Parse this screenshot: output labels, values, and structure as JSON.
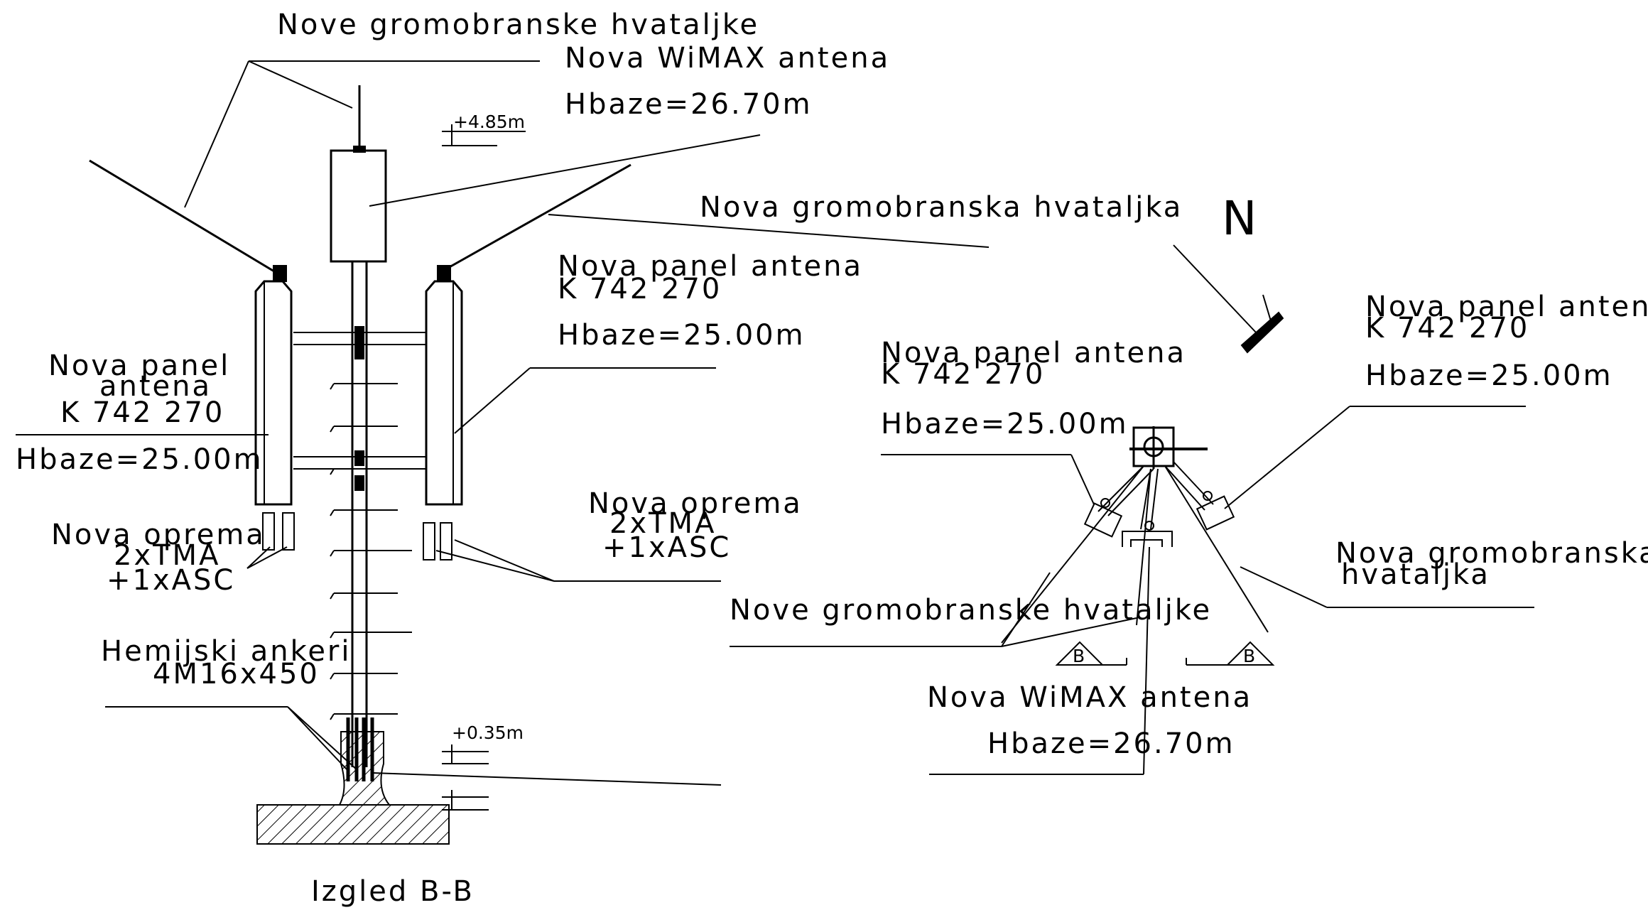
{
  "labels": {
    "top_lightning_rods": "Nove gromobranske hvataljke",
    "wimax_antenna": "Nova WiMAX antena",
    "wimax_height": "Hbaze=26.70m",
    "level_top": "+4.85m",
    "level_bottom": "+0.35m",
    "lightning_rod_single": "Nova gromobranska hvataljka",
    "panel_right_name": "Nova panel antena",
    "panel_right_code": "K 742 270",
    "panel_right_height": "Hbaze=25.00m",
    "panel_left_line1": "Nova panel",
    "panel_left_line2": "antena",
    "panel_left_code": "K 742 270",
    "panel_left_height": "Hbaze=25.00m",
    "equip_left_1": "Nova oprema",
    "equip_left_2": "2xTMA",
    "equip_left_3": "+1xASC",
    "equip_right_1": "Nova oprema",
    "equip_right_2": "2xTMA",
    "equip_right_3": "+1xASC",
    "anchors_1": "Hemijski ankeri",
    "anchors_2": "4M16x450",
    "view_title": "Izgled B-B",
    "north": "N",
    "plan_panel_a_name": "Nova panel antena",
    "plan_panel_a_code": "K 742 270",
    "plan_panel_a_height": "Hbaze=25.00m",
    "plan_panel_b_name": "Nova panel antena",
    "plan_panel_b_code": "K 742 270",
    "plan_panel_b_height": "Hbaze=25.00m",
    "plan_lightning_1": "Nova gromobranska",
    "plan_lightning_2": "hvataljka",
    "plan_rods": "Nove gromobranske hvataljke",
    "plan_wimax": "Nova WiMAX antena",
    "plan_wimax_height": "Hbaze=26.70m",
    "section_mark": "B"
  }
}
